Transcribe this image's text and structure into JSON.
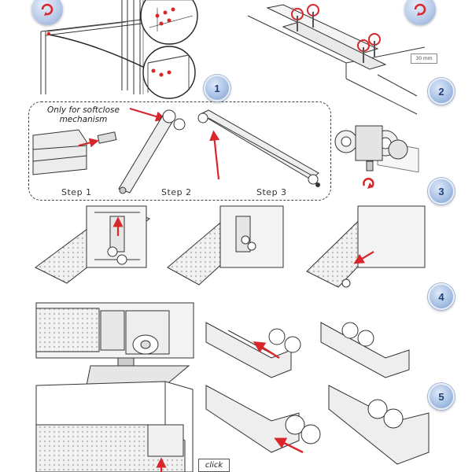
{
  "softclose_note": {
    "line1": "Only for softclose",
    "line2": "mechanism"
  },
  "steps": [
    "Step 1",
    "Step 2",
    "Step 3"
  ],
  "badges": [
    "1",
    "2",
    "3",
    "4",
    "5"
  ],
  "dimension_label": "30 mm",
  "click_label": "click",
  "colors": {
    "arrow_red": "#d9262b",
    "badge_blue": "#a9c2e6",
    "line": "#333333",
    "panel_grey": "#dcdcdc"
  },
  "icons": {
    "rotate_left": "rotate-arrow-icon",
    "rotate_right": "rotate-arrow-icon",
    "rotate_wheel": "rotate-arrow-icon"
  }
}
